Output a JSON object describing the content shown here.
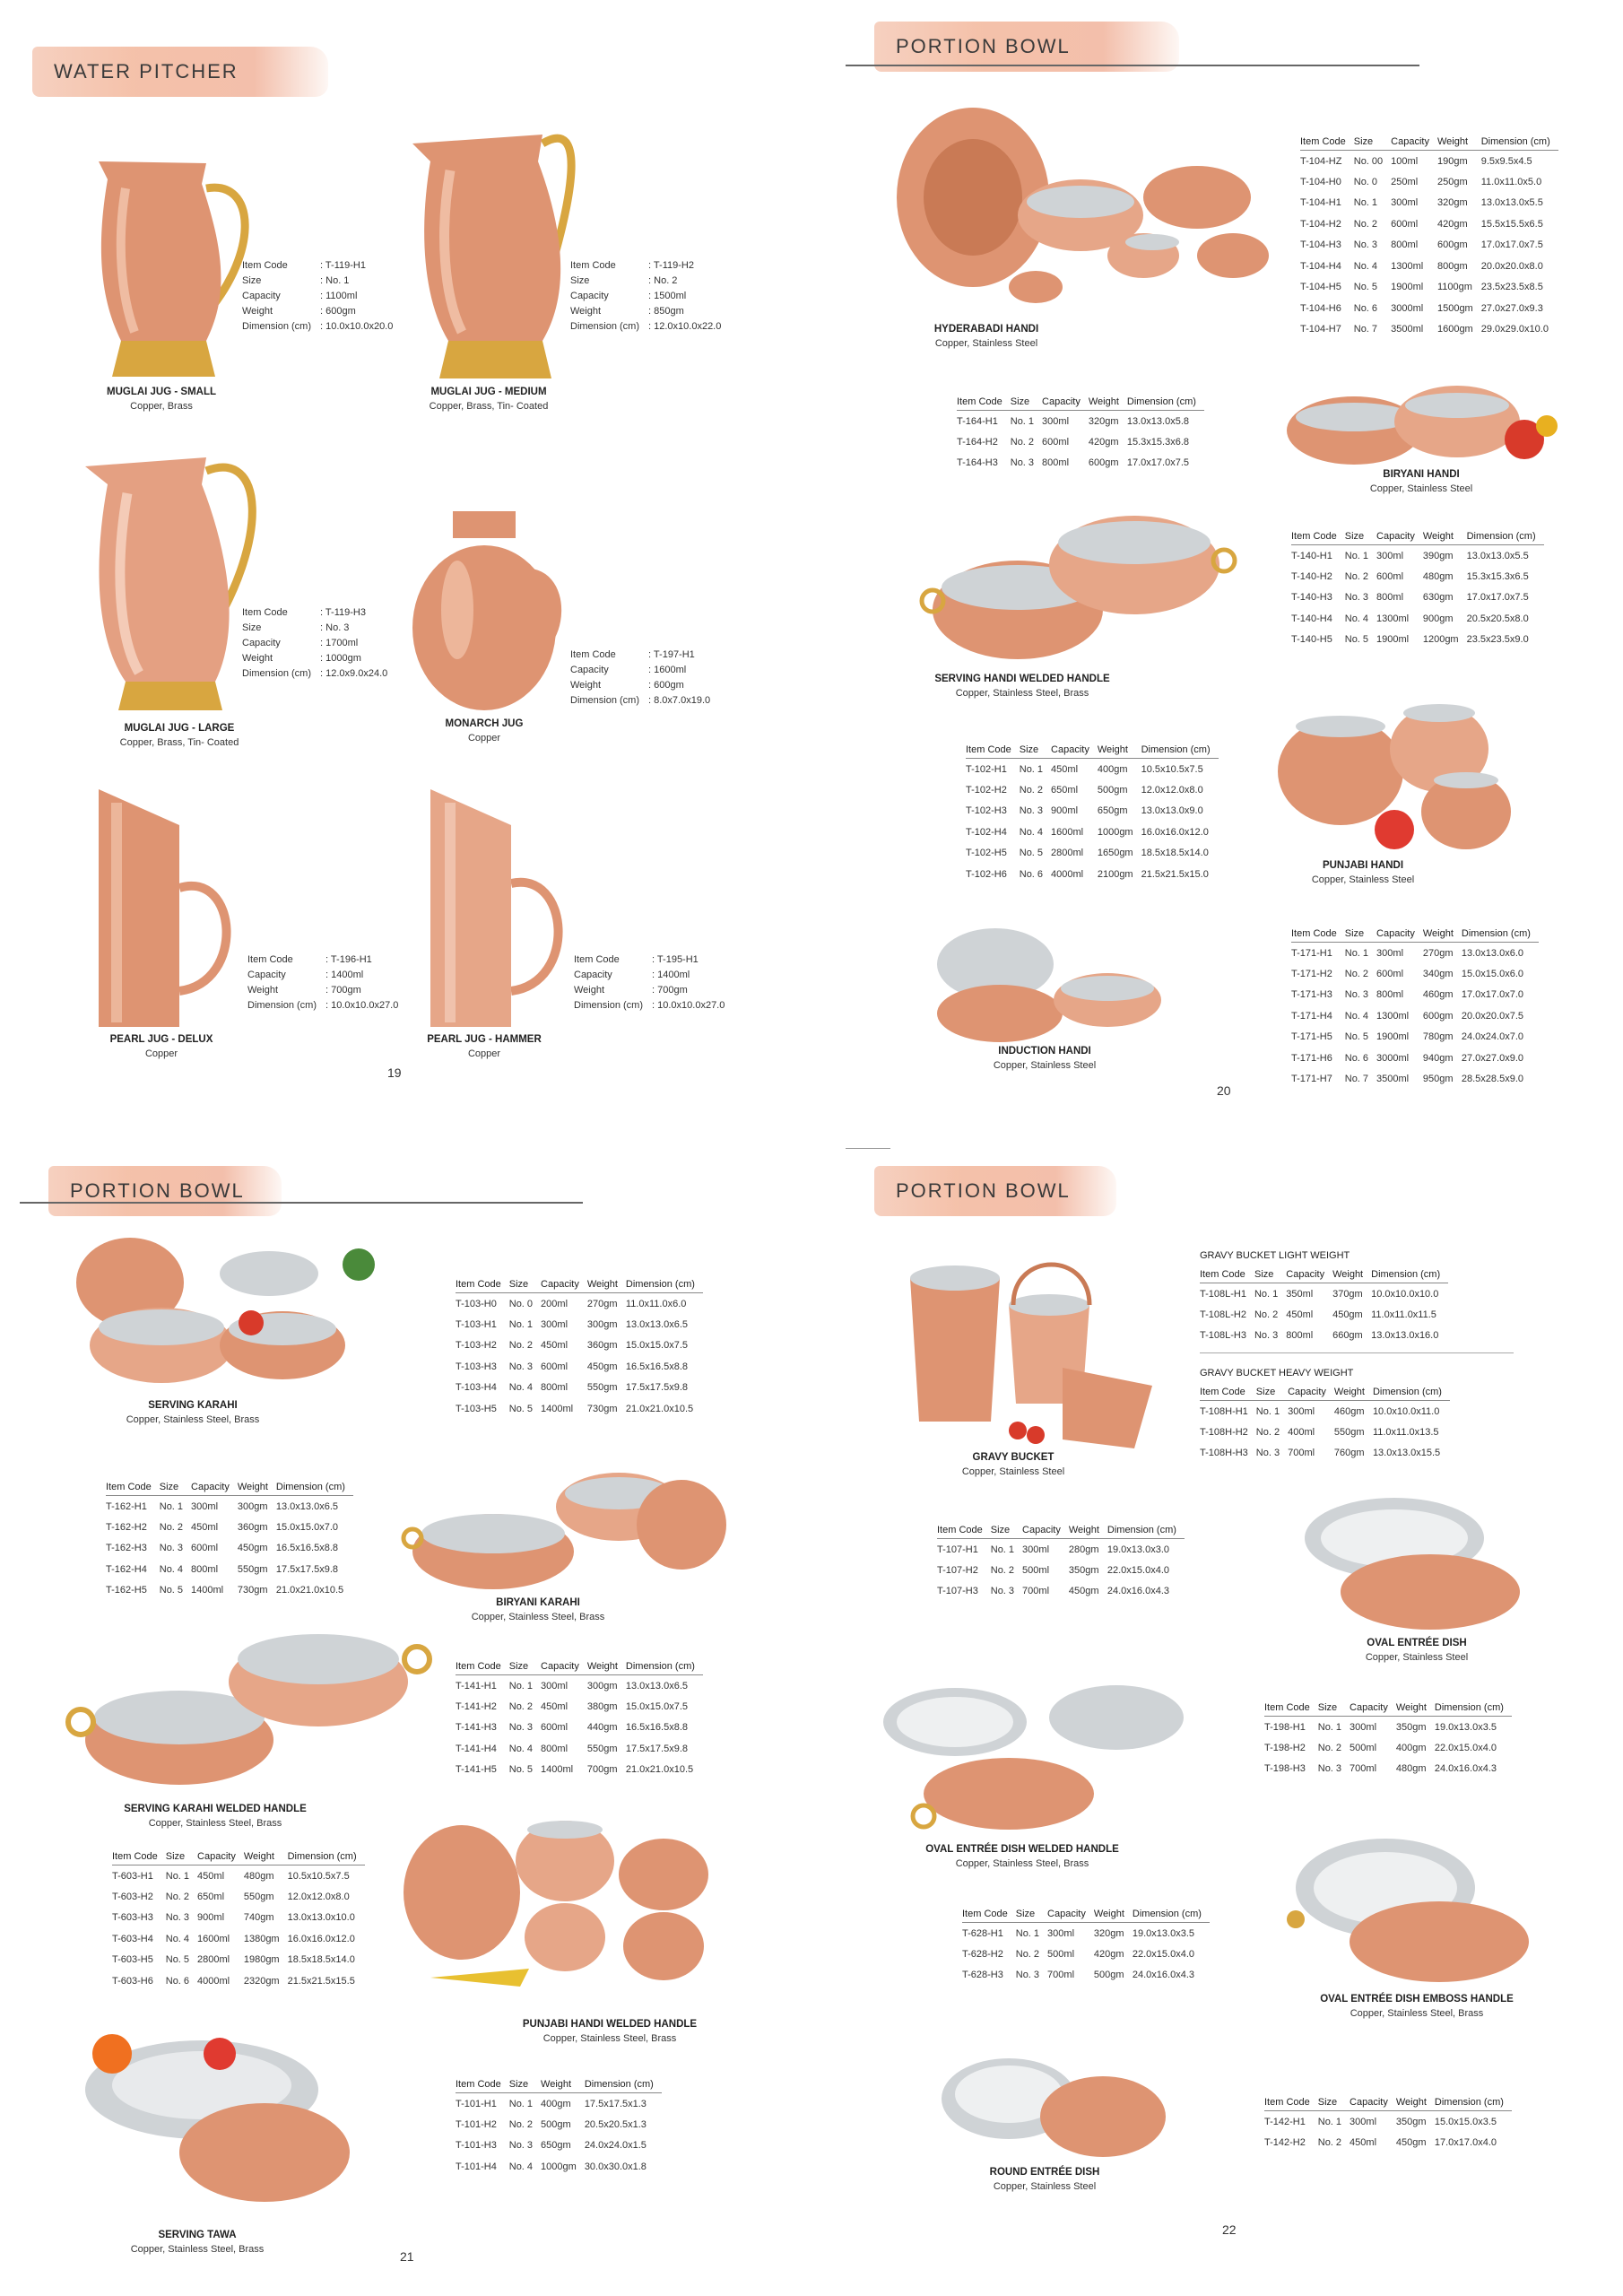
{
  "colors": {
    "copper": "#d98c66",
    "copper_light": "#f3c4a8",
    "copper_dark": "#a85632",
    "brass": "#d8a640",
    "steel": "#cfd3d6",
    "steel_dark": "#8c9296",
    "banner": "#f2b49a"
  },
  "p19": {
    "title": "WATER PITCHER",
    "page_number": "19",
    "products": [
      {
        "name": "MUGLAI JUG - SMALL",
        "material": "Copper, Brass",
        "specs": [
          [
            "Item Code",
            ": T-119-H1"
          ],
          [
            "Size",
            ": No. 1"
          ],
          [
            "Capacity",
            ": 1100ml"
          ],
          [
            "Weight",
            ": 600gm"
          ],
          [
            "Dimension (cm)",
            ": 10.0x10.0x20.0"
          ]
        ]
      },
      {
        "name": "MUGLAI JUG - MEDIUM",
        "material": "Copper, Brass, Tin- Coated",
        "specs": [
          [
            "Item Code",
            ": T-119-H2"
          ],
          [
            "Size",
            ": No. 2"
          ],
          [
            "Capacity",
            ": 1500ml"
          ],
          [
            "Weight",
            ": 850gm"
          ],
          [
            "Dimension (cm)",
            ": 12.0x10.0x22.0"
          ]
        ]
      },
      {
        "name": "MUGLAI JUG - LARGE",
        "material": "Copper, Brass, Tin- Coated",
        "specs": [
          [
            "Item Code",
            ": T-119-H3"
          ],
          [
            "Size",
            ": No. 3"
          ],
          [
            "Capacity",
            ": 1700ml"
          ],
          [
            "Weight",
            ": 1000gm"
          ],
          [
            "Dimension (cm)",
            ": 12.0x9.0x24.0"
          ]
        ]
      },
      {
        "name": "MONARCH JUG",
        "material": "Copper",
        "specs": [
          [
            "Item Code",
            ": T-197-H1"
          ],
          [
            "Capacity",
            ": 1600ml"
          ],
          [
            "Weight",
            ": 600gm"
          ],
          [
            "Dimension (cm)",
            ": 8.0x7.0x19.0"
          ]
        ]
      },
      {
        "name": "PEARL JUG - DELUX",
        "material": "Copper",
        "specs": [
          [
            "Item Code",
            ": T-196-H1"
          ],
          [
            "Capacity",
            ": 1400ml"
          ],
          [
            "Weight",
            ": 700gm"
          ],
          [
            "Dimension (cm)",
            ": 10.0x10.0x27.0"
          ]
        ]
      },
      {
        "name": "PEARL JUG - HAMMER",
        "material": "Copper",
        "specs": [
          [
            "Item Code",
            ": T-195-H1"
          ],
          [
            "Capacity",
            ": 1400ml"
          ],
          [
            "Weight",
            ": 700gm"
          ],
          [
            "Dimension (cm)",
            ": 10.0x10.0x27.0"
          ]
        ]
      }
    ]
  },
  "p20": {
    "title": "PORTION BOWL",
    "page_number": "20",
    "products": [
      {
        "name": "HYDERABADI HANDI",
        "material": "Copper, Stainless Steel",
        "headers": [
          "Item Code",
          "Size",
          "Capacity",
          "Weight",
          "Dimension (cm)"
        ],
        "rows": [
          [
            "T-104-HZ",
            "No. 00",
            "100ml",
            "190gm",
            "9.5x9.5x4.5"
          ],
          [
            "T-104-H0",
            "No. 0",
            "250ml",
            "250gm",
            "11.0x11.0x5.0"
          ],
          [
            "T-104-H1",
            "No. 1",
            "300ml",
            "320gm",
            "13.0x13.0x5.5"
          ],
          [
            "T-104-H2",
            "No. 2",
            "600ml",
            "420gm",
            "15.5x15.5x6.5"
          ],
          [
            "T-104-H3",
            "No. 3",
            "800ml",
            "600gm",
            "17.0x17.0x7.5"
          ],
          [
            "T-104-H4",
            "No. 4",
            "1300ml",
            "800gm",
            "20.0x20.0x8.0"
          ],
          [
            "T-104-H5",
            "No. 5",
            "1900ml",
            "1100gm",
            "23.5x23.5x8.5"
          ],
          [
            "T-104-H6",
            "No. 6",
            "3000ml",
            "1500gm",
            "27.0x27.0x9.3"
          ],
          [
            "T-104-H7",
            "No. 7",
            "3500ml",
            "1600gm",
            "29.0x29.0x10.0"
          ]
        ]
      },
      {
        "name": "BIRYANI HANDI",
        "material": "Copper, Stainless Steel",
        "headers": [
          "Item Code",
          "Size",
          "Capacity",
          "Weight",
          "Dimension (cm)"
        ],
        "rows": [
          [
            "T-164-H1",
            "No. 1",
            "300ml",
            "320gm",
            "13.0x13.0x5.8"
          ],
          [
            "T-164-H2",
            "No. 2",
            "600ml",
            "420gm",
            "15.3x15.3x6.8"
          ],
          [
            "T-164-H3",
            "No. 3",
            "800ml",
            "600gm",
            "17.0x17.0x7.5"
          ]
        ]
      },
      {
        "name": "SERVING HANDI WELDED HANDLE",
        "material": "Copper, Stainless Steel, Brass",
        "headers": [
          "Item Code",
          "Size",
          "Capacity",
          "Weight",
          "Dimension (cm)"
        ],
        "rows": [
          [
            "T-140-H1",
            "No. 1",
            "300ml",
            "390gm",
            "13.0x13.0x5.5"
          ],
          [
            "T-140-H2",
            "No. 2",
            "600ml",
            "480gm",
            "15.3x15.3x6.5"
          ],
          [
            "T-140-H3",
            "No. 3",
            "800ml",
            "630gm",
            "17.0x17.0x7.5"
          ],
          [
            "T-140-H4",
            "No. 4",
            "1300ml",
            "900gm",
            "20.5x20.5x8.0"
          ],
          [
            "T-140-H5",
            "No. 5",
            "1900ml",
            "1200gm",
            "23.5x23.5x9.0"
          ]
        ]
      },
      {
        "name": "PUNJABI HANDI",
        "material": "Copper, Stainless Steel",
        "headers": [
          "Item Code",
          "Size",
          "Capacity",
          "Weight",
          "Dimension (cm)"
        ],
        "rows": [
          [
            "T-102-H1",
            "No. 1",
            "450ml",
            "400gm",
            "10.5x10.5x7.5"
          ],
          [
            "T-102-H2",
            "No. 2",
            "650ml",
            "500gm",
            "12.0x12.0x8.0"
          ],
          [
            "T-102-H3",
            "No. 3",
            "900ml",
            "650gm",
            "13.0x13.0x9.0"
          ],
          [
            "T-102-H4",
            "No. 4",
            "1600ml",
            "1000gm",
            "16.0x16.0x12.0"
          ],
          [
            "T-102-H5",
            "No. 5",
            "2800ml",
            "1650gm",
            "18.5x18.5x14.0"
          ],
          [
            "T-102-H6",
            "No. 6",
            "4000ml",
            "2100gm",
            "21.5x21.5x15.0"
          ]
        ]
      },
      {
        "name": "INDUCTION HANDI",
        "material": "Copper, Stainless Steel",
        "headers": [
          "Item Code",
          "Size",
          "Capacity",
          "Weight",
          "Dimension (cm)"
        ],
        "rows": [
          [
            "T-171-H1",
            "No. 1",
            "300ml",
            "270gm",
            "13.0x13.0x6.0"
          ],
          [
            "T-171-H2",
            "No. 2",
            "600ml",
            "340gm",
            "15.0x15.0x6.0"
          ],
          [
            "T-171-H3",
            "No. 3",
            "800ml",
            "460gm",
            "17.0x17.0x7.0"
          ],
          [
            "T-171-H4",
            "No. 4",
            "1300ml",
            "600gm",
            "20.0x20.0x7.5"
          ],
          [
            "T-171-H5",
            "No. 5",
            "1900ml",
            "780gm",
            "24.0x24.0x7.0"
          ],
          [
            "T-171-H6",
            "No. 6",
            "3000ml",
            "940gm",
            "27.0x27.0x9.0"
          ],
          [
            "T-171-H7",
            "No. 7",
            "3500ml",
            "950gm",
            "28.5x28.5x9.0"
          ]
        ]
      }
    ]
  },
  "p21": {
    "title": "PORTION BOWL",
    "page_number": "21",
    "products": [
      {
        "name": "SERVING KARAHI",
        "material": "Copper, Stainless Steel, Brass",
        "headers": [
          "Item Code",
          "Size",
          "Capacity",
          "Weight",
          "Dimension (cm)"
        ],
        "rows": [
          [
            "T-103-H0",
            "No. 0",
            "200ml",
            "270gm",
            "11.0x11.0x6.0"
          ],
          [
            "T-103-H1",
            "No. 1",
            "300ml",
            "300gm",
            "13.0x13.0x6.5"
          ],
          [
            "T-103-H2",
            "No. 2",
            "450ml",
            "360gm",
            "15.0x15.0x7.5"
          ],
          [
            "T-103-H3",
            "No. 3",
            "600ml",
            "450gm",
            "16.5x16.5x8.8"
          ],
          [
            "T-103-H4",
            "No. 4",
            "800ml",
            "550gm",
            "17.5x17.5x9.8"
          ],
          [
            "T-103-H5",
            "No. 5",
            "1400ml",
            "730gm",
            "21.0x21.0x10.5"
          ]
        ]
      },
      {
        "name": "BIRYANI KARAHI",
        "material": "Copper, Stainless Steel, Brass",
        "headers": [
          "Item Code",
          "Size",
          "Capacity",
          "Weight",
          "Dimension (cm)"
        ],
        "rows": [
          [
            "T-162-H1",
            "No. 1",
            "300ml",
            "300gm",
            "13.0x13.0x6.5"
          ],
          [
            "T-162-H2",
            "No. 2",
            "450ml",
            "360gm",
            "15.0x15.0x7.0"
          ],
          [
            "T-162-H3",
            "No. 3",
            "600ml",
            "450gm",
            "16.5x16.5x8.8"
          ],
          [
            "T-162-H4",
            "No. 4",
            "800ml",
            "550gm",
            "17.5x17.5x9.8"
          ],
          [
            "T-162-H5",
            "No. 5",
            "1400ml",
            "730gm",
            "21.0x21.0x10.5"
          ]
        ]
      },
      {
        "name": "SERVING KARAHI WELDED HANDLE",
        "material": "Copper, Stainless Steel, Brass",
        "headers": [
          "Item Code",
          "Size",
          "Capacity",
          "Weight",
          "Dimension (cm)"
        ],
        "rows": [
          [
            "T-141-H1",
            "No. 1",
            "300ml",
            "300gm",
            "13.0x13.0x6.5"
          ],
          [
            "T-141-H2",
            "No. 2",
            "450ml",
            "380gm",
            "15.0x15.0x7.5"
          ],
          [
            "T-141-H3",
            "No. 3",
            "600ml",
            "440gm",
            "16.5x16.5x8.8"
          ],
          [
            "T-141-H4",
            "No. 4",
            "800ml",
            "550gm",
            "17.5x17.5x9.8"
          ],
          [
            "T-141-H5",
            "No. 5",
            "1400ml",
            "700gm",
            "21.0x21.0x10.5"
          ]
        ]
      },
      {
        "name": "PUNJABI HANDI WELDED HANDLE",
        "material": "Copper, Stainless Steel, Brass",
        "headers": [
          "Item Code",
          "Size",
          "Capacity",
          "Weight",
          "Dimension (cm)"
        ],
        "rows": [
          [
            "T-603-H1",
            "No. 1",
            "450ml",
            "480gm",
            "10.5x10.5x7.5"
          ],
          [
            "T-603-H2",
            "No. 2",
            "650ml",
            "550gm",
            "12.0x12.0x8.0"
          ],
          [
            "T-603-H3",
            "No. 3",
            "900ml",
            "740gm",
            "13.0x13.0x10.0"
          ],
          [
            "T-603-H4",
            "No. 4",
            "1600ml",
            "1380gm",
            "16.0x16.0x12.0"
          ],
          [
            "T-603-H5",
            "No. 5",
            "2800ml",
            "1980gm",
            "18.5x18.5x14.0"
          ],
          [
            "T-603-H6",
            "No. 6",
            "4000ml",
            "2320gm",
            "21.5x21.5x15.5"
          ]
        ]
      },
      {
        "name": "SERVING TAWA",
        "material": "Copper, Stainless Steel, Brass",
        "headers": [
          "Item Code",
          "Size",
          "Weight",
          "Dimension (cm)"
        ],
        "rows": [
          [
            "T-101-H1",
            "No. 1",
            "400gm",
            "17.5x17.5x1.3"
          ],
          [
            "T-101-H2",
            "No. 2",
            "500gm",
            "20.5x20.5x1.3"
          ],
          [
            "T-101-H3",
            "No. 3",
            "650gm",
            "24.0x24.0x1.5"
          ],
          [
            "T-101-H4",
            "No. 4",
            "1000gm",
            "30.0x30.0x1.8"
          ]
        ]
      }
    ]
  },
  "p22": {
    "title": "PORTION BOWL",
    "page_number": "22",
    "products": [
      {
        "name": "GRAVY BUCKET",
        "material": "Copper, Stainless Steel"
      },
      {
        "name": "OVAL ENTRÉE DISH",
        "material": "Copper, Stainless Steel"
      },
      {
        "name": "OVAL ENTRÉE DISH WELDED HANDLE",
        "material": "Copper, Stainless Steel, Brass"
      },
      {
        "name": "OVAL ENTRÉE DISH EMBOSS HANDLE",
        "material": "Copper, Stainless Steel, Brass"
      },
      {
        "name": "ROUND ENTRÉE DISH",
        "material": "Copper, Stainless Steel"
      }
    ],
    "tables": [
      {
        "subtitle": "GRAVY BUCKET LIGHT WEIGHT",
        "headers": [
          "Item Code",
          "Size",
          "Capacity",
          "Weight",
          "Dimension (cm)"
        ],
        "rows": [
          [
            "T-108L-H1",
            "No. 1",
            "350ml",
            "370gm",
            "10.0x10.0x10.0"
          ],
          [
            "T-108L-H2",
            "No. 2",
            "450ml",
            "450gm",
            "11.0x11.0x11.5"
          ],
          [
            "T-108L-H3",
            "No. 3",
            "800ml",
            "660gm",
            "13.0x13.0x16.0"
          ]
        ]
      },
      {
        "subtitle": "GRAVY BUCKET HEAVY WEIGHT",
        "headers": [
          "Item Code",
          "Size",
          "Capacity",
          "Weight",
          "Dimension (cm)"
        ],
        "rows": [
          [
            "T-108H-H1",
            "No. 1",
            "300ml",
            "460gm",
            "10.0x10.0x11.0"
          ],
          [
            "T-108H-H2",
            "No. 2",
            "400ml",
            "550gm",
            "11.0x11.0x13.5"
          ],
          [
            "T-108H-H3",
            "No. 3",
            "700ml",
            "760gm",
            "13.0x13.0x15.5"
          ]
        ]
      },
      {
        "subtitle": "",
        "headers": [
          "Item Code",
          "Size",
          "Capacity",
          "Weight",
          "Dimension (cm)"
        ],
        "rows": [
          [
            "T-107-H1",
            "No. 1",
            "300ml",
            "280gm",
            "19.0x13.0x3.0"
          ],
          [
            "T-107-H2",
            "No. 2",
            "500ml",
            "350gm",
            "22.0x15.0x4.0"
          ],
          [
            "T-107-H3",
            "No. 3",
            "700ml",
            "450gm",
            "24.0x16.0x4.3"
          ]
        ]
      },
      {
        "subtitle": "",
        "headers": [
          "Item Code",
          "Size",
          "Capacity",
          "Weight",
          "Dimension (cm)"
        ],
        "rows": [
          [
            "T-198-H1",
            "No. 1",
            "300ml",
            "350gm",
            "19.0x13.0x3.5"
          ],
          [
            "T-198-H2",
            "No. 2",
            "500ml",
            "400gm",
            "22.0x15.0x4.0"
          ],
          [
            "T-198-H3",
            "No. 3",
            "700ml",
            "480gm",
            "24.0x16.0x4.3"
          ]
        ]
      },
      {
        "subtitle": "",
        "headers": [
          "Item Code",
          "Size",
          "Capacity",
          "Weight",
          "Dimension (cm)"
        ],
        "rows": [
          [
            "T-628-H1",
            "No. 1",
            "300ml",
            "320gm",
            "19.0x13.0x3.5"
          ],
          [
            "T-628-H2",
            "No. 2",
            "500ml",
            "420gm",
            "22.0x15.0x4.0"
          ],
          [
            "T-628-H3",
            "No. 3",
            "700ml",
            "500gm",
            "24.0x16.0x4.3"
          ]
        ]
      },
      {
        "subtitle": "",
        "headers": [
          "Item Code",
          "Size",
          "Capacity",
          "Weight",
          "Dimension (cm)"
        ],
        "rows": [
          [
            "T-142-H1",
            "No. 1",
            "300ml",
            "350gm",
            "15.0x15.0x3.5"
          ],
          [
            "T-142-H2",
            "No. 2",
            "450ml",
            "450gm",
            "17.0x17.0x4.0"
          ]
        ]
      }
    ]
  }
}
